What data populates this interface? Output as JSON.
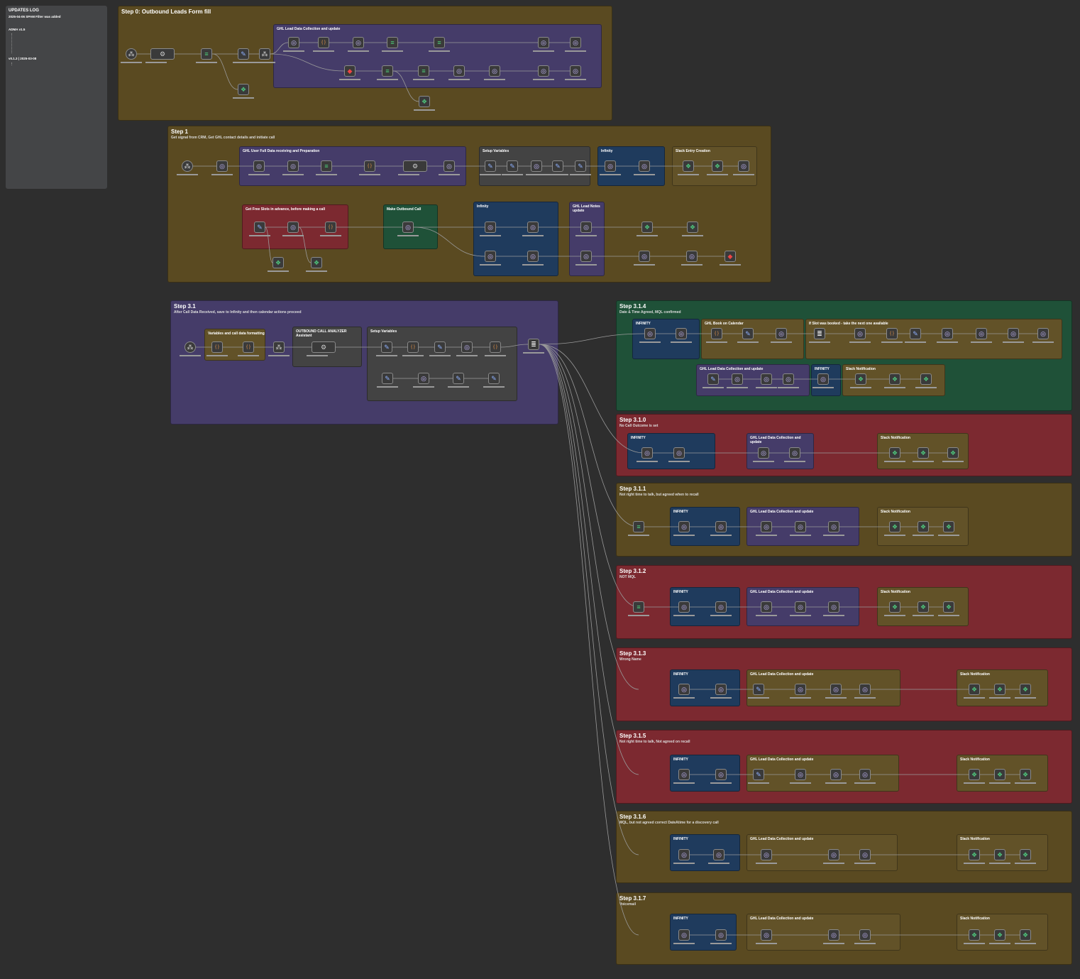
{
  "log": {
    "title": "UPDATES LOG",
    "date_line": "2025-04-06 SPAM Filter was added",
    "version_header": "ADMA v1.5",
    "version_header2": "v0.1.3 | 2025-03-08"
  },
  "steps": {
    "step0": {
      "title": "Step 0: Outbound Leads Form fill"
    },
    "step1": {
      "title": "Step 1",
      "subtitle": "Get signal from CRM, Get GHL contact details and initiate  call"
    },
    "step31": {
      "title": "Step 3.1",
      "subtitle": "After Call Data Received, save to Infinity and then calendar actions proceed"
    },
    "step314": {
      "title": "Step 3.1.4",
      "subtitle": "Date & Time Agreed, MQL confirmed"
    },
    "step310": {
      "title": "Step 3.1.0",
      "subtitle": "No Call Outcome is set"
    },
    "step311": {
      "title": "Step 3.1.1",
      "subtitle": "Not right time to talk, but agreed when to recall"
    },
    "step312": {
      "title": "Step 3.1.2",
      "subtitle": "NOT MQL"
    },
    "step313": {
      "title": "Step 3.1.3",
      "subtitle": "Wrong Name"
    },
    "step315": {
      "title": "Step 3.1.5",
      "subtitle": "Not right time to talk, Not agreed on recall"
    },
    "step316": {
      "title": "Step 3.1.6",
      "subtitle": "MQL, but not agreed correct DateAtime for a discovery call"
    },
    "step317": {
      "title": "Step 3.1.7",
      "subtitle": "Voicemail"
    }
  },
  "groups": {
    "ghl_collect": "GHL Lead Data Collection and update",
    "ghl_full": "GHL User Full Data receiving and Preparation",
    "setup": "Setup Variables",
    "infinity": "Infinity",
    "INFINITY": "INFINITY",
    "slack_entry": "Slack Entry Creation",
    "free_slots": "Get Free Slots in advance, before making a call",
    "make_call": "Make Outbound Call",
    "lead_notes": "GHL Lead Notes update",
    "vars_fmt": "Variables and call data formatting",
    "analyzer": "OUTBOUND CALL ANALYZER Assistant",
    "book": "GHL Book on Calendar",
    "slot_booked": "If Slot was booked - take the next one available",
    "slack_notif": "Slack Notification"
  },
  "colors": {
    "canvas": "#2e2e2e",
    "wire": "#9a9a9a",
    "brown": "#5a4a21",
    "purple": "#453c69",
    "blue": "#1f3b5d",
    "red": "#7c2930",
    "green": "#1f5138"
  }
}
